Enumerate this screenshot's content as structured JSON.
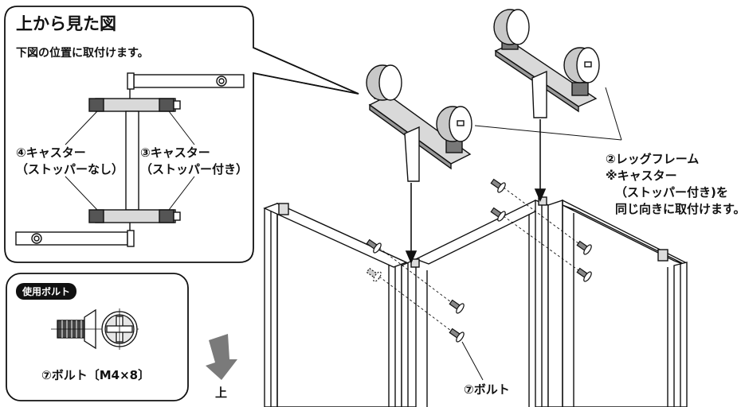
{
  "top_view": {
    "title": "上から見た図",
    "subtitle": "下図の位置に取付けます。",
    "caster4": {
      "line1": "④キャスター",
      "line2": "（ストッパーなし）"
    },
    "caster3": {
      "line1": "③キャスター",
      "line2": "（ストッパー付き）"
    }
  },
  "bolt_box": {
    "badge": "使用ボルト",
    "caption": "⑦ボルト〔M4×8〕"
  },
  "direction": {
    "label": "上"
  },
  "leg_frame_note": {
    "line1": "②レッグフレーム",
    "line2": "※キャスター",
    "line3": "（ストッパー付き)を",
    "line4": "同じ向きに取付けます。"
  },
  "bolt_callout": {
    "label": "⑦ボルト"
  },
  "colors": {
    "line": "#111111",
    "fill_gray": "#d9d9d9",
    "dark_gray": "#555555",
    "arrow_gray": "#7a7a7a"
  }
}
